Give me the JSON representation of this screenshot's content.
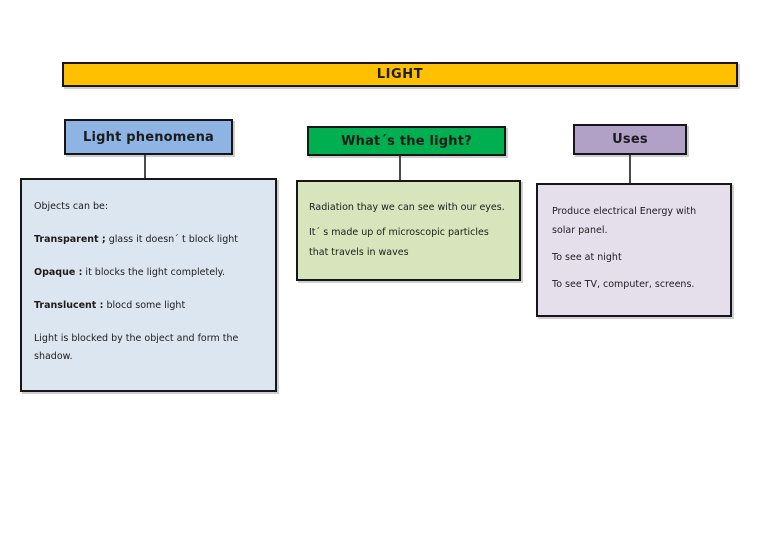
{
  "title_bar": {
    "label": "LIGHT",
    "color": "#FFC000"
  },
  "columns": [
    {
      "header": {
        "label": "Light phenomena",
        "color": "#8DB4E2"
      },
      "content": {
        "color": "#DCE6F1",
        "paragraphs": [
          {
            "bold": "",
            "text": "Objects can be:"
          },
          {
            "bold": "Transparent ;",
            "text": " glass it doesn´ t block light"
          },
          {
            "bold": "Opaque :",
            "text": " it blocks the light completely."
          },
          {
            "bold": "Translucent :",
            "text": " blocd some light"
          },
          {
            "bold": "",
            "text": "Light is blocked by the object and form the shadow."
          }
        ]
      }
    },
    {
      "header": {
        "label": "What´s the light?",
        "color": "#00B050"
      },
      "content": {
        "color": "#D7E4BC",
        "paragraphs": [
          {
            "bold": "",
            "text": "Radiation thay we can see with our eyes."
          },
          {
            "bold": "",
            "text": "It´ s made up of microscopic particles that travels in waves"
          }
        ]
      }
    },
    {
      "header": {
        "label": "Uses",
        "color": "#B2A1C7"
      },
      "content": {
        "color": "#E5DFEC",
        "paragraphs": [
          {
            "bold": "",
            "text": "Produce electrical Energy with solar panel."
          },
          {
            "bold": "",
            "text": "To see at night"
          },
          {
            "bold": "",
            "text": "To see TV, computer, screens."
          }
        ]
      }
    }
  ]
}
